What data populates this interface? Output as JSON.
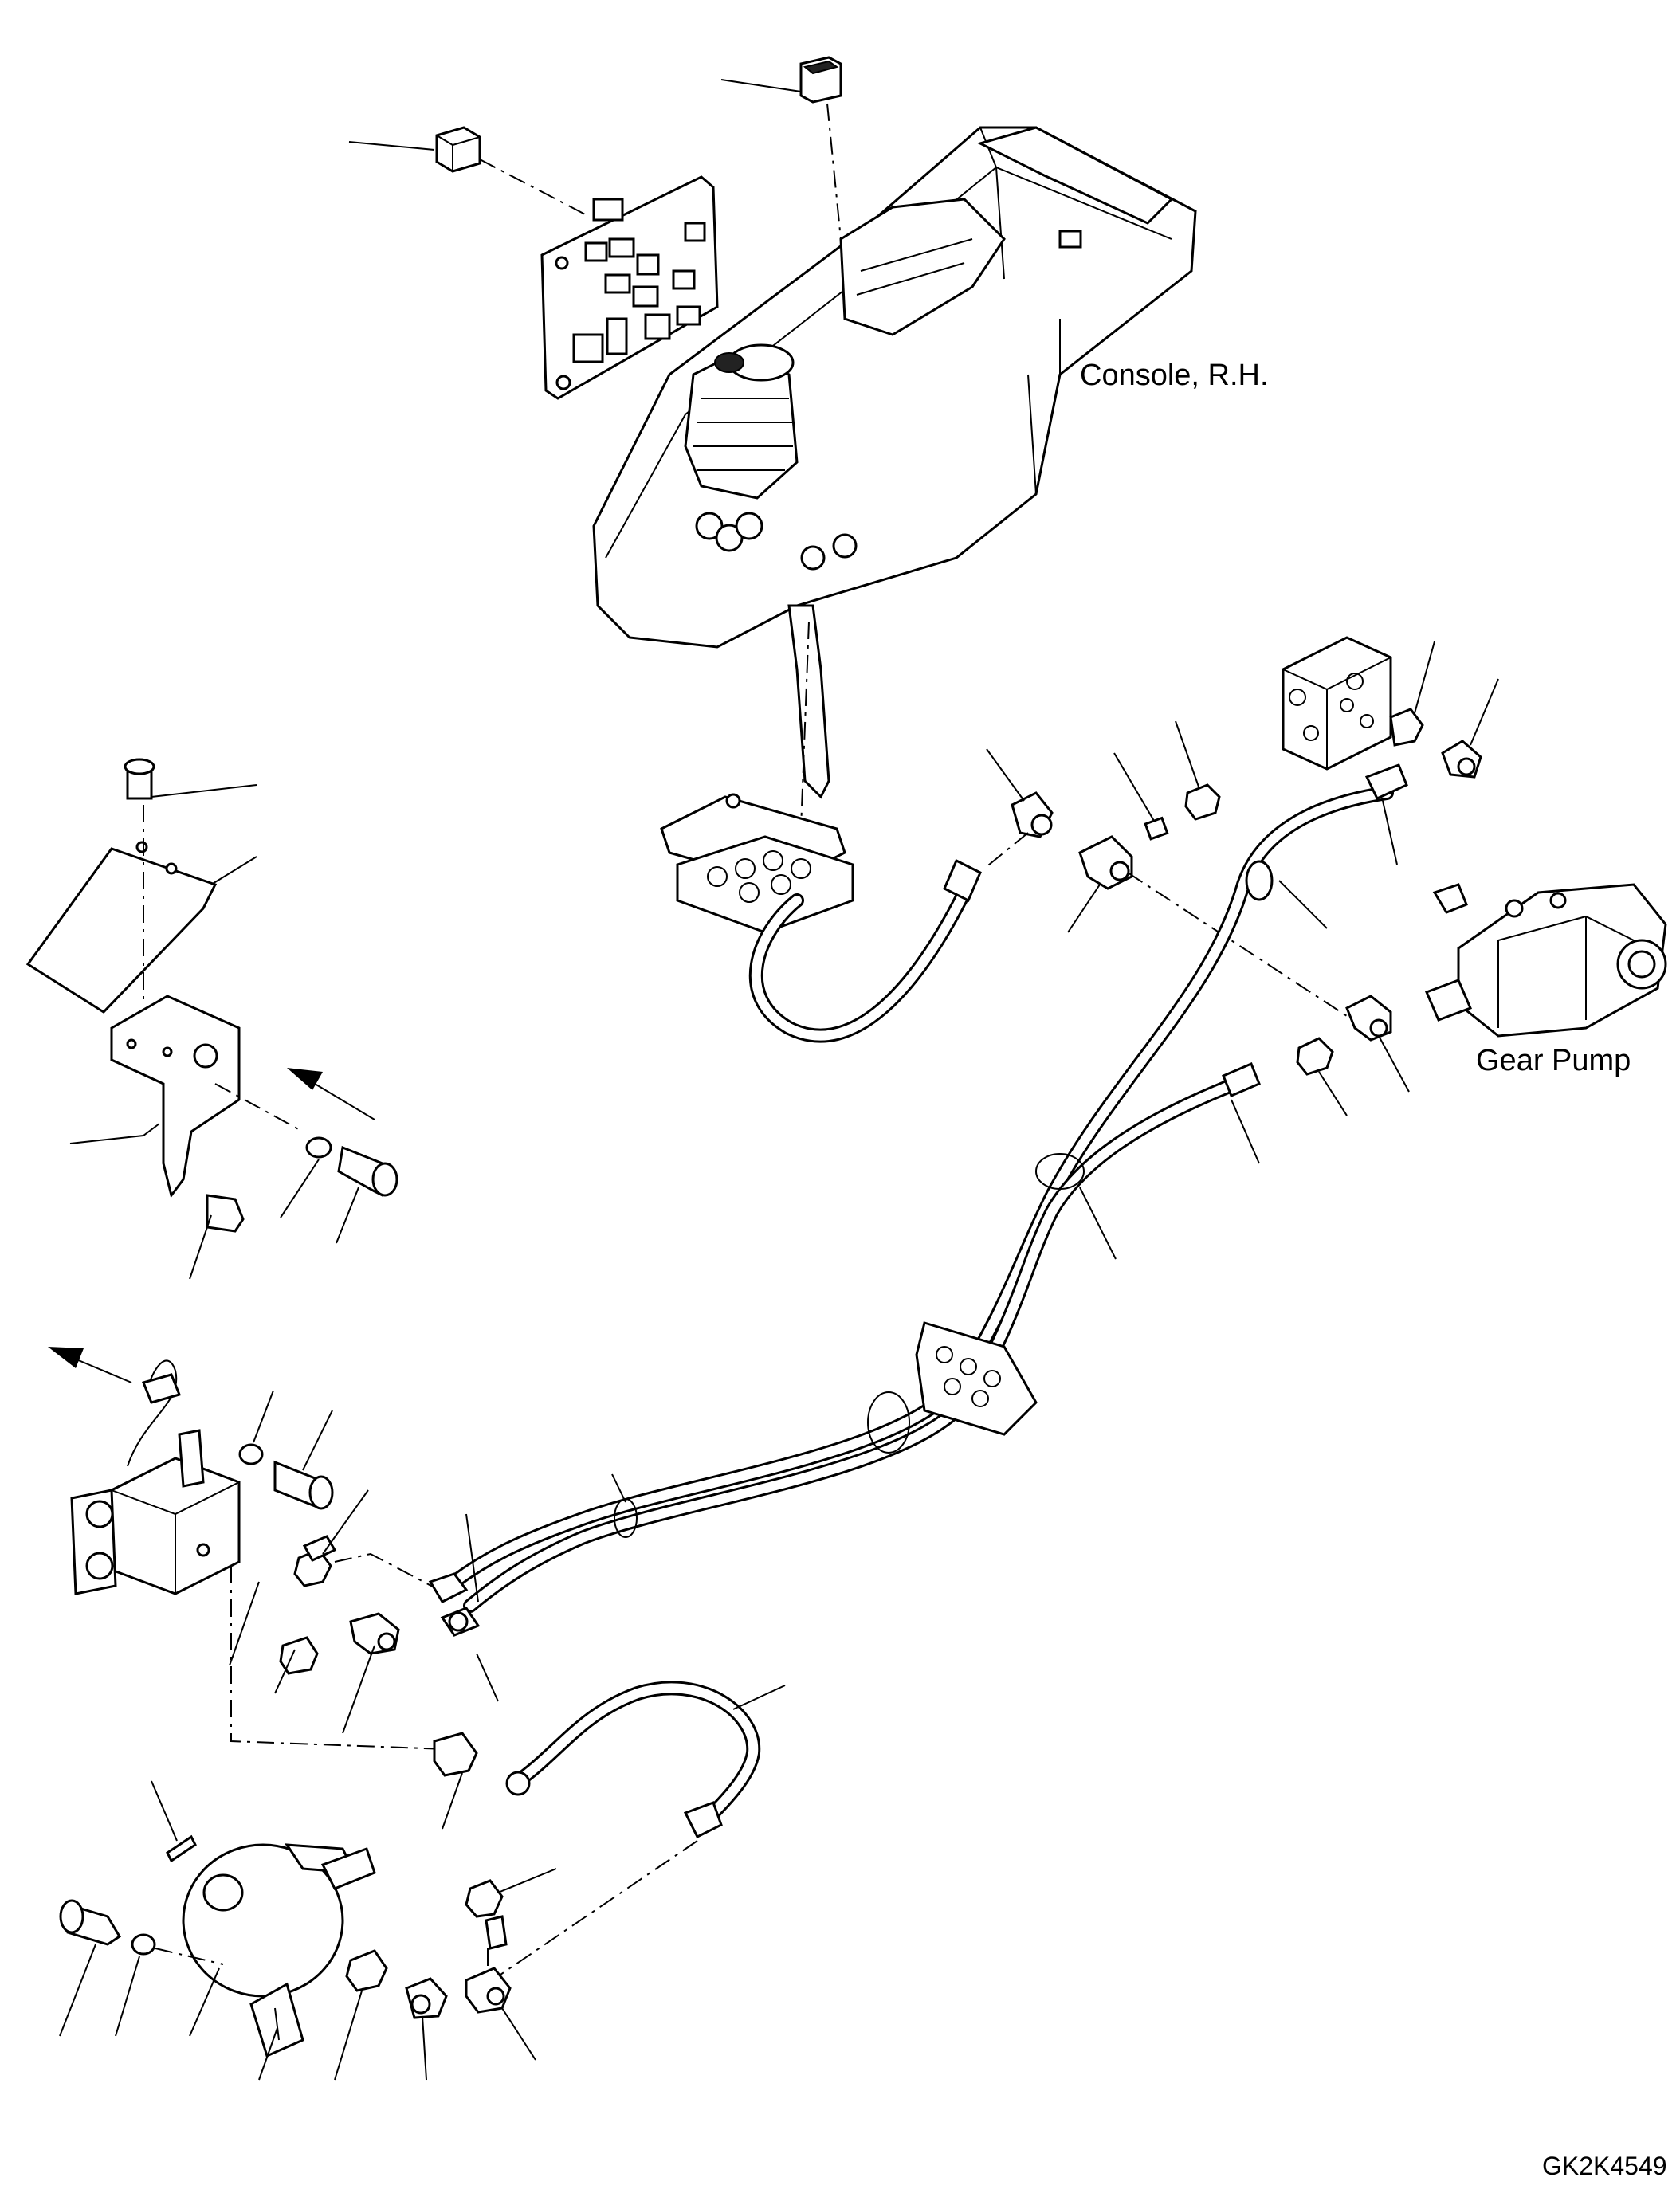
{
  "labels": {
    "console": "Console, R.H.",
    "gear_pump": "Gear Pump",
    "drawing_number": "GK2K4549"
  }
}
